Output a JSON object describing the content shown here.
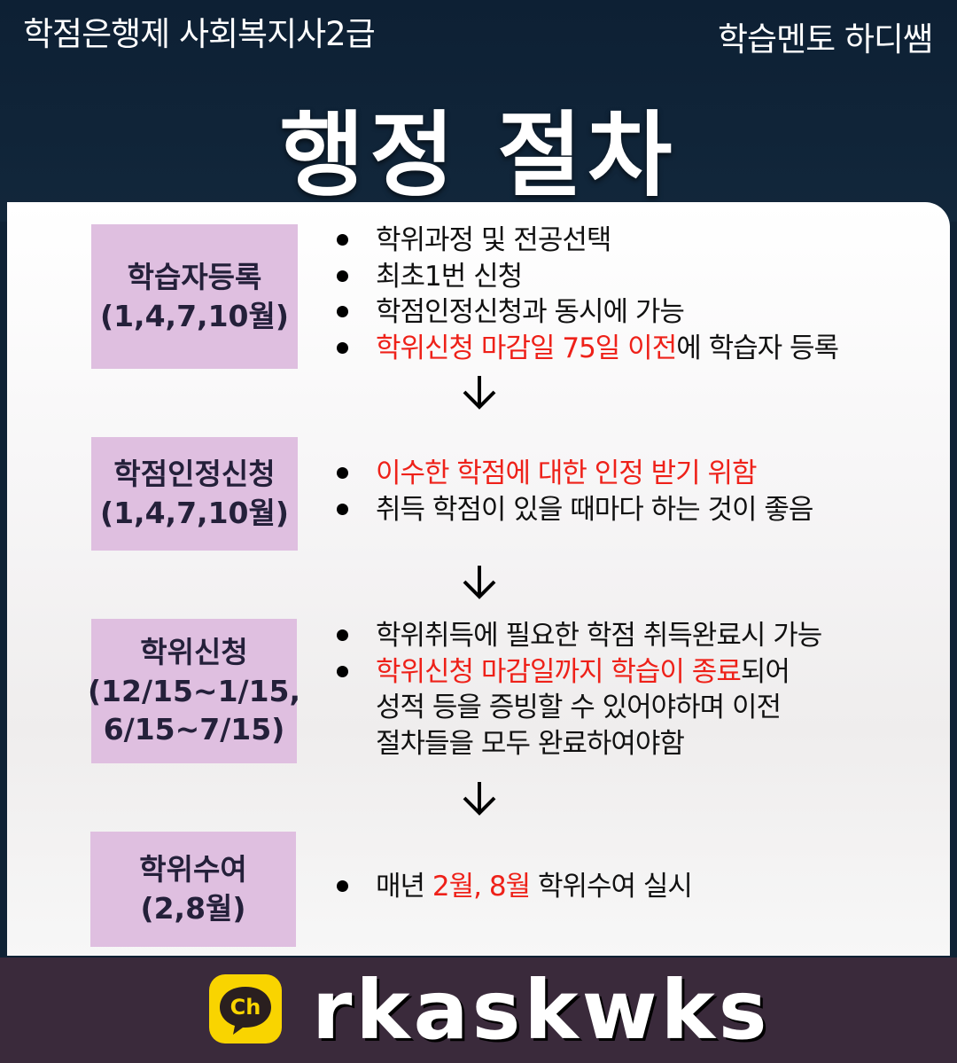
{
  "header": {
    "top_left": "학점은행제 사회복지사2급",
    "top_right": "학습멘토 하디쌤",
    "title": "행정 절차"
  },
  "steps": [
    {
      "label_line1": "학습자등록",
      "label_line2": "(1,4,7,10월)",
      "bullets": [
        {
          "text": "학위과정 및 전공선택"
        },
        {
          "text": "최초1번 신청"
        },
        {
          "text": "학점인정신청과 동시에 가능"
        },
        {
          "red": "학위신청 마감일 75일 이전",
          "rest": "에 학습자 등록"
        }
      ]
    },
    {
      "label_line1": "학점인정신청",
      "label_line2": "(1,4,7,10월)",
      "bullets": [
        {
          "red": "이수한 학점에 대한 인정 받기 위함"
        },
        {
          "text": "취득 학점이 있을 때마다 하는 것이 좋음"
        }
      ]
    },
    {
      "label_line1": "학위신청",
      "label_line2": "(12/15~1/15,",
      "label_line3": "6/15~7/15)",
      "bullets": [
        {
          "text": "학위취득에 필요한 학점 취득완료시 가능"
        },
        {
          "red": "학위신청 마감일까지 학습이 종료",
          "rest": "되어",
          "line2": "성적 등을 증빙할 수 있어야하며 이전",
          "line3": "절차들을 모두 완료하여야함"
        }
      ]
    },
    {
      "label_line1": "학위수여",
      "label_line2": "(2,8월)",
      "bullets": [
        {
          "pre": "매년 ",
          "red": "2월, 8월",
          "rest": " 학위수여 실시"
        }
      ]
    }
  ],
  "footer": {
    "logo_text": "Ch",
    "handle": "rkaskwks"
  },
  "colors": {
    "header_bg": "#0f2235",
    "label_bg": "#dfbfe0",
    "highlight_red": "#ee2119",
    "footer_bg": "#3a2a3b",
    "kakao_yellow": "#f9d400"
  }
}
